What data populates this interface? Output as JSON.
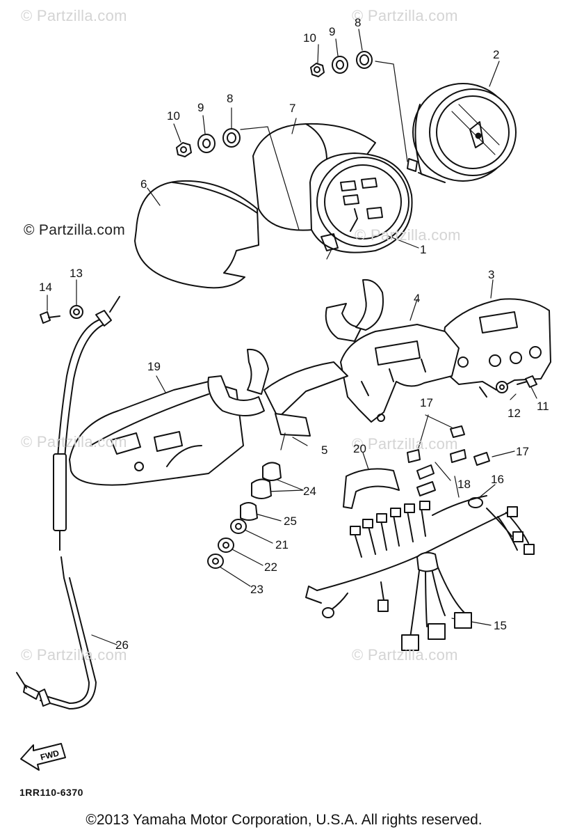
{
  "watermarks": [
    {
      "id": "wm-1",
      "text": "© Partzilla.com",
      "style": "light"
    },
    {
      "id": "wm-2",
      "text": "© Partzilla.com",
      "style": "light"
    },
    {
      "id": "wm-3",
      "text": "© Partzilla.com",
      "style": "dark"
    },
    {
      "id": "wm-4",
      "text": "© Partzilla.com",
      "style": "light"
    },
    {
      "id": "wm-5",
      "text": "© Partzilla.com",
      "style": "light"
    },
    {
      "id": "wm-6",
      "text": "© Partzilla.com",
      "style": "light"
    },
    {
      "id": "wm-7",
      "text": "© Partzilla.com",
      "style": "light"
    },
    {
      "id": "wm-8",
      "text": "© Partzilla.com",
      "style": "light"
    }
  ],
  "callouts": [
    {
      "id": "c1",
      "label": "1"
    },
    {
      "id": "c2",
      "label": "2"
    },
    {
      "id": "c3",
      "label": "3"
    },
    {
      "id": "c4",
      "label": "4"
    },
    {
      "id": "c5",
      "label": "5"
    },
    {
      "id": "c6",
      "label": "6"
    },
    {
      "id": "c7",
      "label": "7"
    },
    {
      "id": "c8a",
      "label": "8"
    },
    {
      "id": "c9a",
      "label": "9"
    },
    {
      "id": "c10a",
      "label": "10"
    },
    {
      "id": "c8b",
      "label": "8"
    },
    {
      "id": "c9b",
      "label": "9"
    },
    {
      "id": "c10b",
      "label": "10"
    },
    {
      "id": "c11",
      "label": "11"
    },
    {
      "id": "c12",
      "label": "12"
    },
    {
      "id": "c13",
      "label": "13"
    },
    {
      "id": "c14",
      "label": "14"
    },
    {
      "id": "c15",
      "label": "15"
    },
    {
      "id": "c16",
      "label": "16"
    },
    {
      "id": "c17a",
      "label": "17"
    },
    {
      "id": "c17b",
      "label": "17"
    },
    {
      "id": "c18",
      "label": "18"
    },
    {
      "id": "c19",
      "label": "19"
    },
    {
      "id": "c20",
      "label": "20"
    },
    {
      "id": "c21",
      "label": "21"
    },
    {
      "id": "c22",
      "label": "22"
    },
    {
      "id": "c23",
      "label": "23"
    },
    {
      "id": "c24",
      "label": "24"
    },
    {
      "id": "c25",
      "label": "25"
    },
    {
      "id": "c26",
      "label": "26"
    }
  ],
  "direction_arrow": {
    "label": "FWD"
  },
  "drawing_code": "1RR110-6370",
  "copyright": "©2013 Yamaha Motor Corporation, U.S.A. All rights reserved."
}
